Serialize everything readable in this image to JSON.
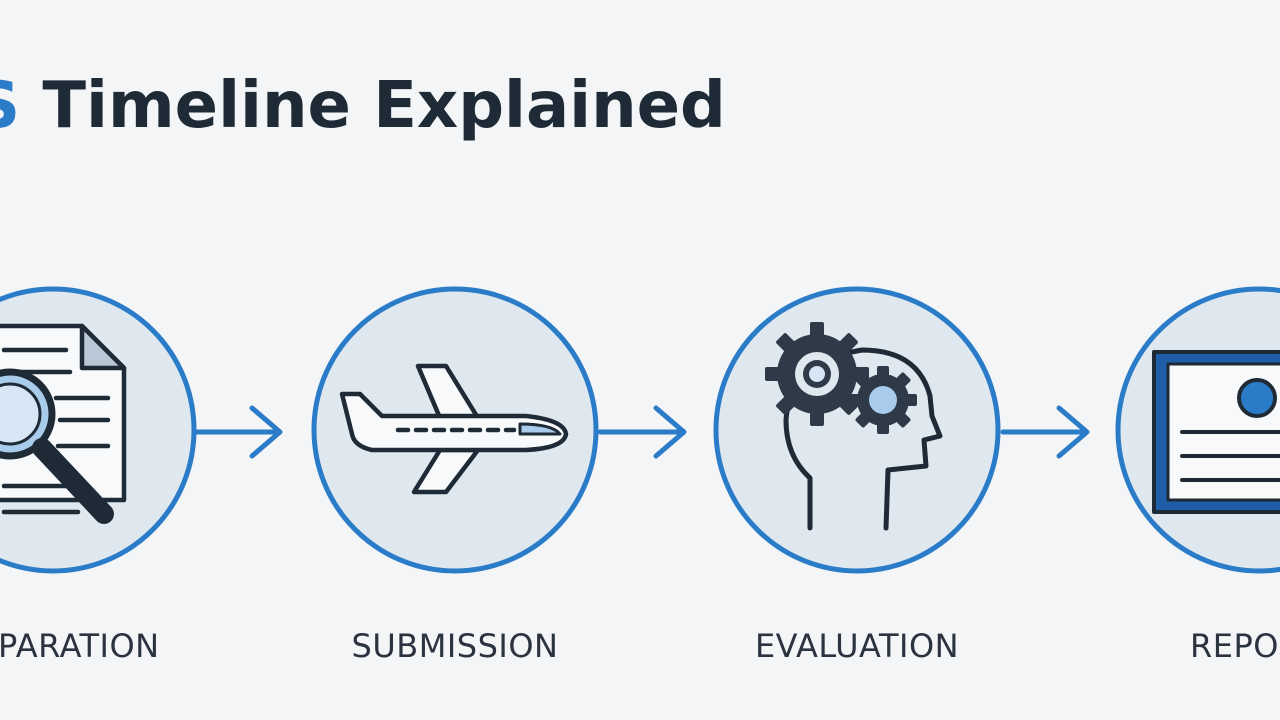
{
  "title": {
    "accent": "S",
    "text": " Timeline Explained"
  },
  "steps": [
    {
      "label": "PARATION",
      "icon": "document-magnifier-icon"
    },
    {
      "label": "SUBMISSION",
      "icon": "airplane-icon"
    },
    {
      "label": "EVALUATION",
      "icon": "head-gears-icon"
    },
    {
      "label": "REPO",
      "icon": "certificate-icon"
    }
  ],
  "colors": {
    "background": "#f4f5f6",
    "accent": "#2a7bc8",
    "circle_fill": "#dfe7ef",
    "ink": "#1e2a36",
    "icon_fill": "#f7f9fb",
    "icon_light_blue": "#a9ccec"
  }
}
